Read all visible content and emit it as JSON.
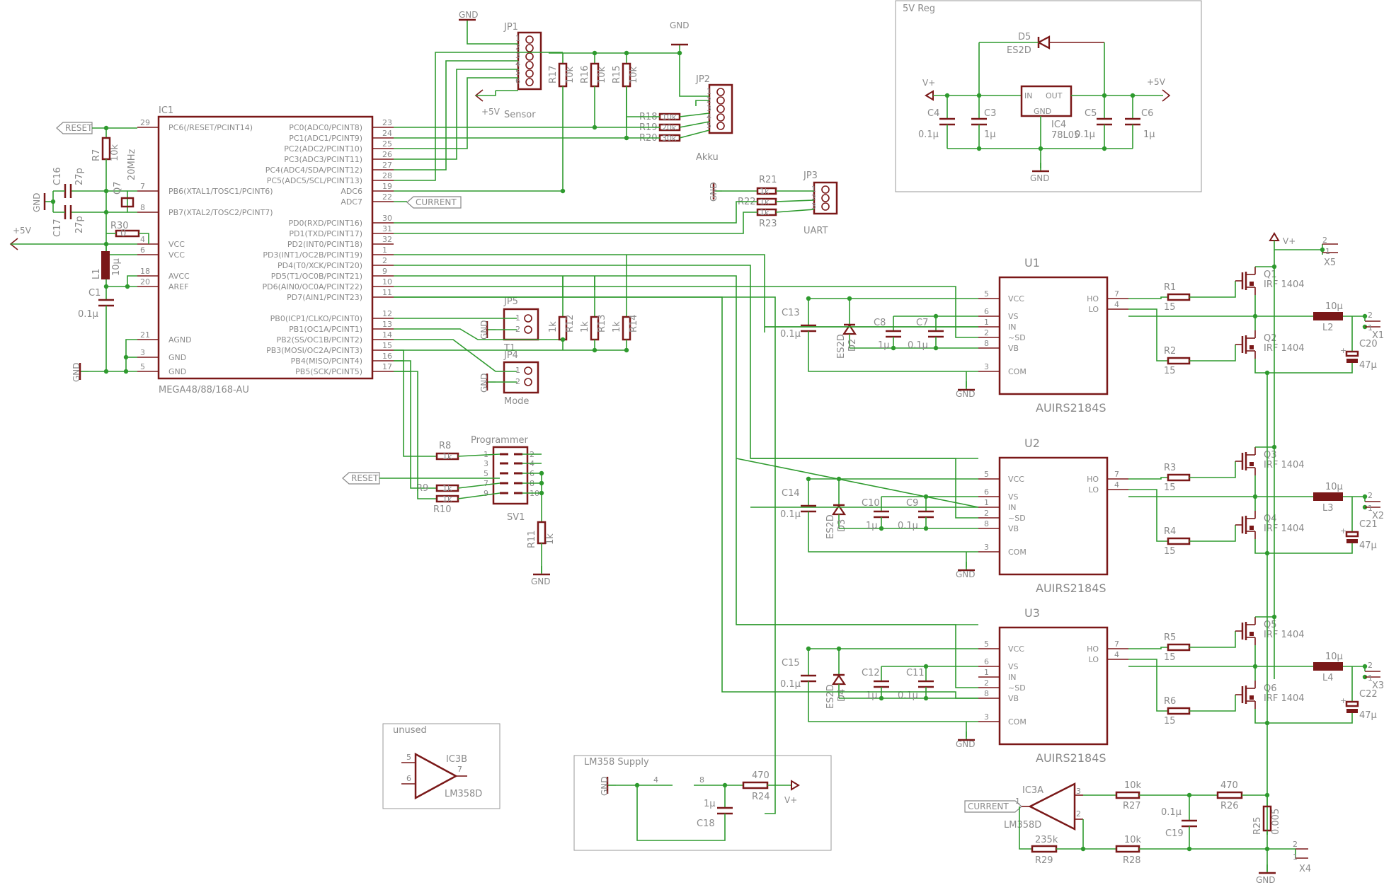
{
  "ic1": {
    "ref": "IC1",
    "value": "MEGA48/88/168-AU",
    "left_pins": [
      {
        "num": "29",
        "name": "PC6(/RESET/PCINT14)"
      },
      {
        "num": "7",
        "name": "PB6(XTAL1/TOSC1/PCINT6)"
      },
      {
        "num": "8",
        "name": "PB7(XTAL2/TOSC2/PCINT7)"
      },
      {
        "num": "4",
        "name": "VCC"
      },
      {
        "num": "6",
        "name": "VCC"
      },
      {
        "num": "18",
        "name": "AVCC"
      },
      {
        "num": "20",
        "name": "AREF"
      },
      {
        "num": "21",
        "name": "AGND"
      },
      {
        "num": "3",
        "name": "GND"
      },
      {
        "num": "5",
        "name": "GND"
      }
    ],
    "right_pins": [
      {
        "num": "23",
        "name": "PC0(ADC0/PCINT8)"
      },
      {
        "num": "24",
        "name": "PC1(ADC1/PCINT9)"
      },
      {
        "num": "25",
        "name": "PC2(ADC2/PCINT10)"
      },
      {
        "num": "26",
        "name": "PC3(ADC3/PCINT11)"
      },
      {
        "num": "27",
        "name": "PC4(ADC4/SDA/PCINT12)"
      },
      {
        "num": "28",
        "name": "PC5(ADC5/SCL/PCINT13)"
      },
      {
        "num": "19",
        "name": "ADC6"
      },
      {
        "num": "22",
        "name": "ADC7"
      },
      {
        "num": "30",
        "name": "PD0(RXD/PCINT16)"
      },
      {
        "num": "31",
        "name": "PD1(TXD/PCINT17)"
      },
      {
        "num": "32",
        "name": "PD2(INT0/PCINT18)"
      },
      {
        "num": "1",
        "name": "PD3(INT1/OC2B/PCINT19)"
      },
      {
        "num": "2",
        "name": "PD4(T0/XCK/PCINT20)"
      },
      {
        "num": "9",
        "name": "PD5(T1/OC0B/PCINT21)"
      },
      {
        "num": "10",
        "name": "PD6(AIN0/OC0A/PCINT22)"
      },
      {
        "num": "11",
        "name": "PD7(AIN1/PCINT23)"
      },
      {
        "num": "12",
        "name": "PB0(ICP1/CLKO/PCINT0)"
      },
      {
        "num": "13",
        "name": "PB1(OC1A/PCINT1)"
      },
      {
        "num": "14",
        "name": "PB2(SS/OC1B/PCINT2)"
      },
      {
        "num": "15",
        "name": "PB3(MOSI/OC2A/PCINT3)"
      },
      {
        "num": "16",
        "name": "PB4(MISO/PCINT4)"
      },
      {
        "num": "17",
        "name": "PB5(SCK/PCINT5)"
      }
    ]
  },
  "nets": {
    "gnd": "GND",
    "p5v": "+5V",
    "vplus": "V+",
    "reset": "RESET",
    "current": "CURRENT"
  },
  "left_parts": {
    "r7": "R7",
    "r7v": "10k",
    "c16": "C16",
    "c16v": "27p",
    "c17": "C17",
    "c17v": "27p",
    "q7": "Q7",
    "q7v": "20MHz",
    "r30": "R30",
    "r30v": "0",
    "l1": "L1",
    "l1v": "10µ",
    "c1": "C1",
    "c1v": "0.1µ"
  },
  "jp1": {
    "ref": "JP1",
    "value": "Sensor",
    "pins": [
      "1",
      "2",
      "3",
      "4",
      "5",
      "6"
    ]
  },
  "sensor_res": [
    {
      "ref": "R17",
      "value": "10k"
    },
    {
      "ref": "R16",
      "value": "10k"
    },
    {
      "ref": "R15",
      "value": "10k"
    }
  ],
  "jp2": {
    "ref": "JP2",
    "value": "Akku",
    "pins": [
      "1",
      "2",
      "3",
      "4",
      "5"
    ]
  },
  "akku_res": [
    {
      "ref": "R18",
      "value": "10k"
    },
    {
      "ref": "R19",
      "value": "20k"
    },
    {
      "ref": "R20",
      "value": "30k"
    }
  ],
  "jp3": {
    "ref": "JP3",
    "value": "UART",
    "pins": [
      "1",
      "2",
      "3"
    ]
  },
  "uart_res": [
    {
      "ref": "R21",
      "value": "1k"
    },
    {
      "ref": "R22",
      "value": "1k"
    },
    {
      "ref": "R23",
      "value": "1k"
    }
  ],
  "jp5": {
    "ref": "JP5",
    "value": "T1",
    "pins": [
      "1",
      "2"
    ]
  },
  "jp4": {
    "ref": "JP4",
    "value": "Mode",
    "pins": [
      "1",
      "2"
    ]
  },
  "pb_res": [
    {
      "ref": "R12",
      "value": "1k"
    },
    {
      "ref": "R13",
      "value": "1k"
    },
    {
      "ref": "R14",
      "value": "1k"
    }
  ],
  "programmer": {
    "title": "Programmer",
    "ref": "SV1",
    "left_pins": [
      "1",
      "3",
      "5",
      "7",
      "9"
    ],
    "right_pins": [
      "2",
      "4",
      "6",
      "8",
      "10"
    ],
    "r8": "R8",
    "r8v": "1k",
    "r9": "R9",
    "r9v": "1k",
    "r10": "R10",
    "r10v": "1k",
    "r11": "R11",
    "r11v": "1k"
  },
  "reg": {
    "title": "5V Reg",
    "d5": "D5",
    "d5v": "ES2D",
    "ic4": "IC4",
    "ic4v": "78L05",
    "in": "IN",
    "out": "OUT",
    "gnd": "GND",
    "c4": "C4",
    "c4v": "0.1µ",
    "c3": "C3",
    "c3v": "1µ",
    "c5": "C5",
    "c5v": "0.1µ",
    "c6": "C6",
    "c6v": "1µ"
  },
  "drivers": [
    {
      "ref": "U1",
      "value": "AUIRS2184S",
      "cvcc": "C13",
      "cvccv": "0.1µ",
      "diode": "D2",
      "diodev": "ES2D",
      "cb1": "C8",
      "cb1v": "1µ",
      "cb2": "C7",
      "cb2v": "0.1µ",
      "rh": "R1",
      "rhv": "15",
      "rl": "R2",
      "rlv": "15",
      "qh": "Q1",
      "qhv": "IRF 1404",
      "ql": "Q2",
      "qlv": "IRF 1404",
      "l": "L2",
      "lv": "10µ",
      "c": "C20",
      "cv": "47µ",
      "x": "X1"
    },
    {
      "ref": "U2",
      "value": "AUIRS2184S",
      "cvcc": "C14",
      "cvccv": "0.1µ",
      "diode": "D3",
      "diodev": "ES2D",
      "cb1": "C10",
      "cb1v": "1µ",
      "cb2": "C9",
      "cb2v": "0.1µ",
      "rh": "R3",
      "rhv": "15",
      "rl": "R4",
      "rlv": "15",
      "qh": "Q3",
      "qhv": "IRF 1404",
      "ql": "Q4",
      "qlv": "IRF 1404",
      "l": "L3",
      "lv": "10µ",
      "c": "C21",
      "cv": "47µ",
      "x": "X2"
    },
    {
      "ref": "U3",
      "value": "AUIRS2184S",
      "cvcc": "C15",
      "cvccv": "0.1µ",
      "diode": "D4",
      "diodev": "ES2D",
      "cb1": "C12",
      "cb1v": "1µ",
      "cb2": "C11",
      "cb2v": "0.1µ",
      "rh": "R5",
      "rhv": "15",
      "rl": "R6",
      "rlv": "15",
      "qh": "Q5",
      "qhv": "IRF 1404",
      "ql": "Q6",
      "qlv": "IRF 1404",
      "l": "L4",
      "lv": "10µ",
      "c": "C22",
      "cv": "47µ",
      "x": "X3"
    }
  ],
  "driver_pins": {
    "vcc": "VCC",
    "vs": "VS",
    "in": "IN",
    "sd": "~SD",
    "vb": "VB",
    "com": "COM",
    "ho": "HO",
    "lo": "LO",
    "n_vcc": "5",
    "n_vs": "6",
    "n_in": "1",
    "n_sd": "2",
    "n_vb": "8",
    "n_com": "3",
    "n_ho": "7",
    "n_lo": "4"
  },
  "x5": "X5",
  "x4": "X4",
  "unused": {
    "title": "unused",
    "ref": "IC3B",
    "value": "LM358D",
    "p5": "5",
    "p6": "6",
    "p7": "7"
  },
  "lm358_supply": {
    "title": "LM358 Supply",
    "p4": "4",
    "p8": "8",
    "r24": "R24",
    "r24v": "470",
    "c18": "C18",
    "c18v": "1µ"
  },
  "current_sense": {
    "ic3a": "IC3A",
    "ic3av": "LM358D",
    "p1": "1",
    "p2": "2",
    "p3": "3",
    "r27": "R27",
    "r27v": "10k",
    "r26": "R26",
    "r26v": "470",
    "c19": "C19",
    "c19v": "0.1µ",
    "r25": "R25",
    "r25v": "0.005",
    "r29": "R29",
    "r29v": "235k",
    "r28": "R28",
    "r28v": "10k"
  },
  "pin_nums": {
    "one": "1",
    "two": "2"
  }
}
